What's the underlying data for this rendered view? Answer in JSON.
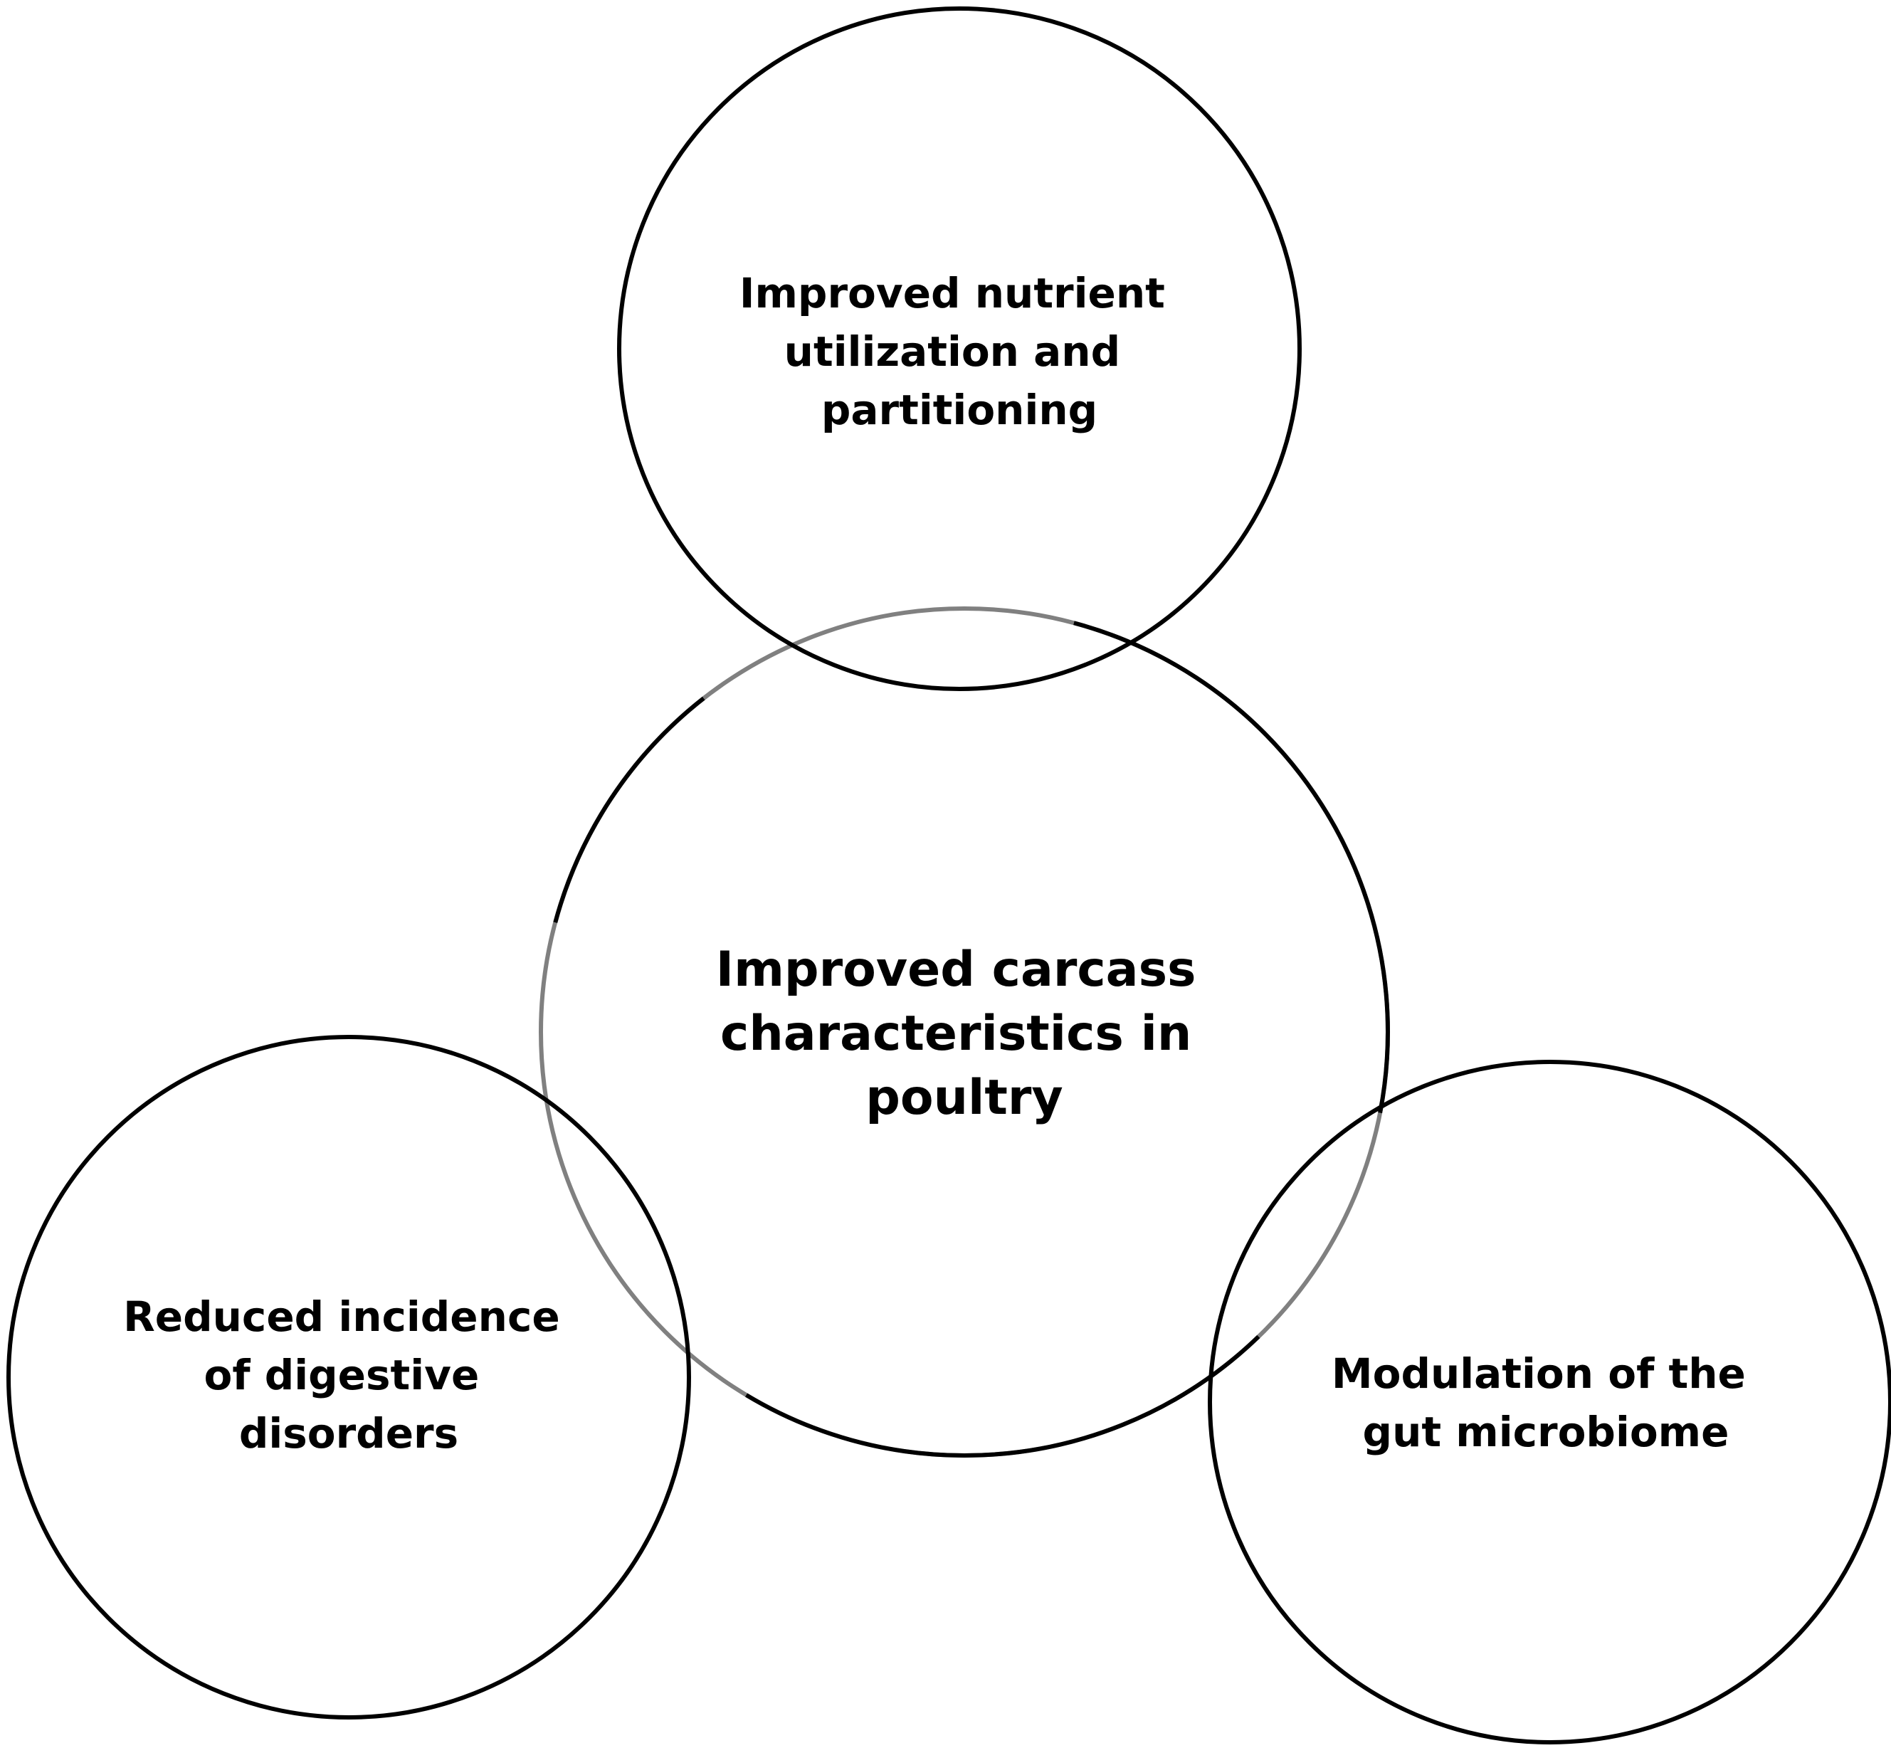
{
  "colors": {
    "outline_primary": "#000000",
    "outline_secondary": "#808080",
    "background": "#ffffff",
    "text": "#000000"
  },
  "circles": {
    "top": {
      "lines": [
        "Improved nutrient",
        "utilization and",
        "partitioning"
      ]
    },
    "center": {
      "lines": [
        "Improved carcass",
        "characteristics in",
        "poultry"
      ]
    },
    "left": {
      "lines": [
        "Reduced incidence",
        "of digestive",
        "disorders"
      ]
    },
    "right": {
      "lines": [
        "Modulation of the",
        "gut microbiome"
      ]
    }
  }
}
